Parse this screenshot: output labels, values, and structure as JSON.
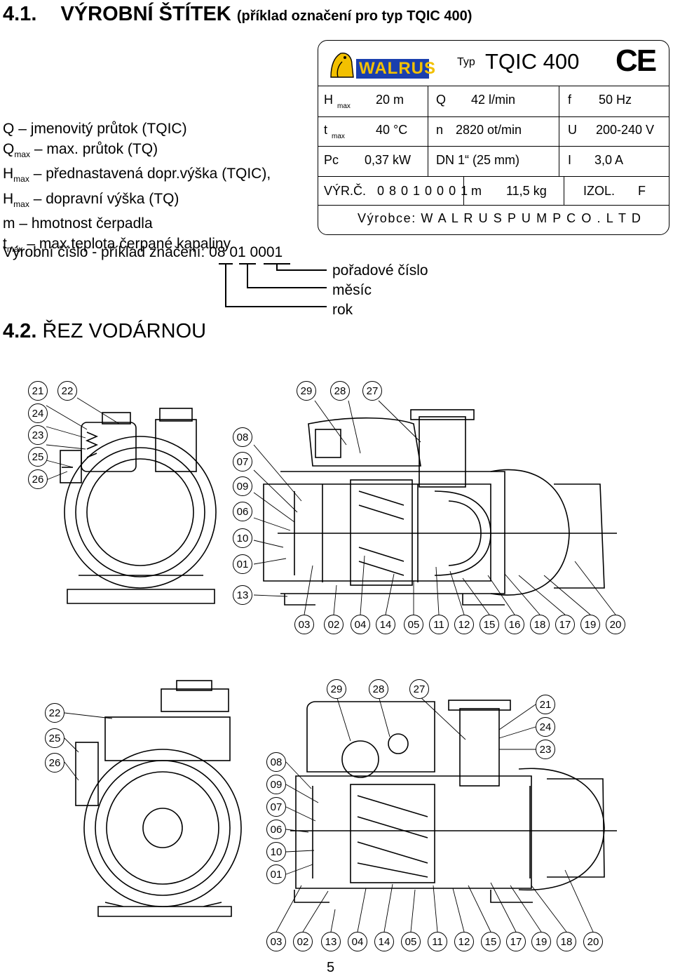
{
  "header": {
    "number": "4.1.",
    "title": "VÝROBNÍ ŠTÍTEK",
    "subtitle": "(příklad označení pro typ TQIC 400)"
  },
  "legend": [
    {
      "sym": "Q",
      "sub": "",
      "text": "– jmenovitý průtok (TQIC)"
    },
    {
      "sym": "Q",
      "sub": "max",
      "text": "– max. průtok (TQ)"
    },
    {
      "sym": "H",
      "sub": "max",
      "text": "– přednastavená dopr.výška (TQIC),"
    },
    {
      "sym": "H",
      "sub": "max",
      "text": "– dopravní výška (TQ)"
    },
    {
      "sym": "m",
      "sub": "",
      "text": "– hmotnost čerpadla"
    },
    {
      "sym": "t",
      "sub": "max",
      "text": "– max.teplota čerpané kapaliny"
    }
  ],
  "serial": {
    "text": "Výrobní číslo - příklad značení: 08 01 0001",
    "labels": [
      "pořadové číslo",
      "měsíc",
      "rok"
    ]
  },
  "nameplate": {
    "brand": "WALRUS",
    "typ_label": "Typ",
    "model": "TQIC 400",
    "ce_mark": "CE",
    "r1": {
      "h_sym": "H",
      "h_sub": "max",
      "h_val": "20 m",
      "q_sym": "Q",
      "q_val": "42  l/min",
      "f_sym": "f",
      "f_val": "50 Hz"
    },
    "r2": {
      "t_sym": "t",
      "t_sub": "max",
      "t_val": "40 °C",
      "n_sym": "n",
      "n_val": "2820  ot/min",
      "u_sym": "U",
      "u_val": "200-240 V"
    },
    "r3": {
      "pc_sym": "Pc",
      "pc_val": "0,37 kW",
      "dn": "DN  1“ (25 mm)",
      "i_sym": "I",
      "i_val": "3,0 A"
    },
    "r4": {
      "vyrc": "VÝR.Č.",
      "vyrc_val": "0 8 0 1 0 0 0 1",
      "m_sym": "m",
      "m_val": "11,5 kg",
      "izol": "IZOL.",
      "izol_val": "F"
    },
    "maker": "Výrobce: W A L R U S  P U M P C O . L T D"
  },
  "section": {
    "number": "4.2.",
    "title": "ŘEZ VODÁRNOU"
  },
  "callouts_top": [
    "21",
    "22",
    "24",
    "23",
    "25",
    "26",
    "29",
    "28",
    "27",
    "08",
    "07",
    "09",
    "06",
    "10",
    "01",
    "13",
    "03",
    "02",
    "04",
    "14",
    "05",
    "11",
    "12",
    "15",
    "16",
    "18",
    "17",
    "19",
    "20"
  ],
  "callouts_bottom": [
    "22",
    "25",
    "26",
    "29",
    "28",
    "27",
    "21",
    "24",
    "23",
    "08",
    "09",
    "07",
    "06",
    "10",
    "01",
    "03",
    "02",
    "13",
    "04",
    "14",
    "05",
    "11",
    "12",
    "15",
    "17",
    "19",
    "18",
    "20"
  ],
  "page_number": "5"
}
